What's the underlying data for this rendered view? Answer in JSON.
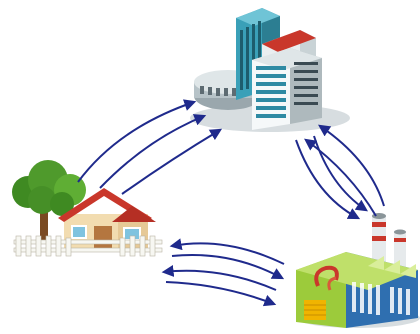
{
  "diagram": {
    "nodes": [
      {
        "id": "household",
        "icon": "house-with-tree-icon"
      },
      {
        "id": "company",
        "icon": "office-building-icon"
      },
      {
        "id": "factory",
        "icon": "factory-icon"
      }
    ],
    "flows": [
      {
        "from": "household",
        "to": "company",
        "count": 3
      },
      {
        "from": "company",
        "to": "factory",
        "count": 2
      },
      {
        "from": "factory",
        "to": "household",
        "count": 2
      },
      {
        "from": "household",
        "to": "factory",
        "count": 2
      }
    ],
    "colors": {
      "arrow": "#1f2a8c",
      "building_teal": "#3aa0b8",
      "building_white": "#e9eef0",
      "roof_red": "#c9372b",
      "house_wall": "#f2dcb0",
      "tree_green": "#4f9a2c",
      "factory_green": "#9ccb3b",
      "factory_blue": "#2f6fb0"
    }
  }
}
